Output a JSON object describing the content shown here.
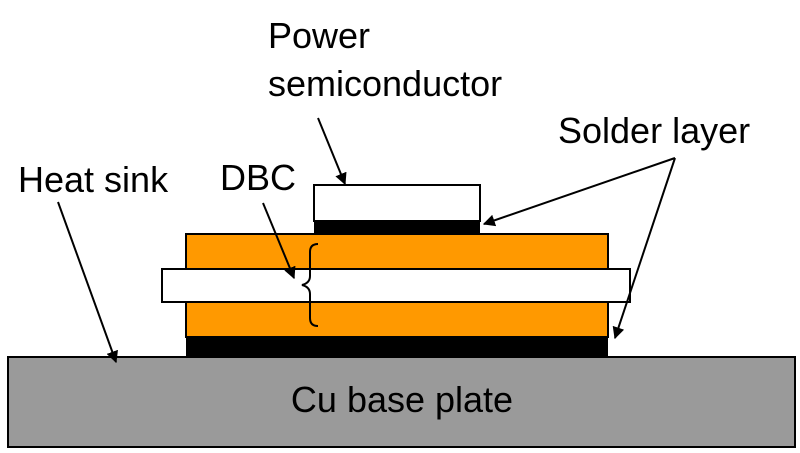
{
  "labels": {
    "power_semiconductor_line1": "Power",
    "power_semiconductor_line2": "semiconductor",
    "solder_layer": "Solder layer",
    "heat_sink": "Heat sink",
    "dbc": "DBC",
    "cu_base_plate": "Cu base plate"
  },
  "colors": {
    "copper": "#ff9900",
    "base_plate": "#9a9a9a",
    "solder": "#000000",
    "ceramic": "#ffffff",
    "chip": "#ffffff",
    "outline": "#000000"
  }
}
